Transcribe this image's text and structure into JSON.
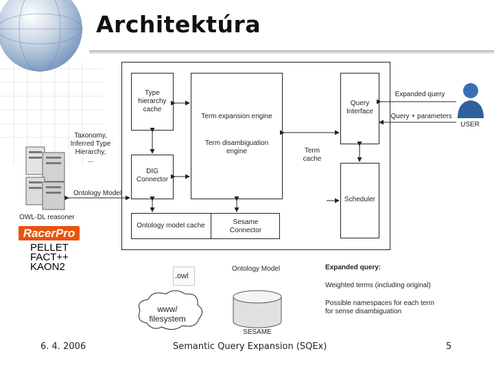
{
  "slide": {
    "title": "Architektúra",
    "footer": {
      "date": "6. 4. 2006",
      "center": "Semantic Query Expansion (SQEx)",
      "page": "5"
    }
  },
  "diagram": {
    "type_hierarchy_cache": "Type\nhierarchy\ncache",
    "term_expansion_engine": "Term expansion engine",
    "term_disambiguation_engine": "Term disambiguation\nengine",
    "term_cache": "Term\ncache",
    "query_interface": "Query\nInterface",
    "expanded_query_arrow": "Expanded query",
    "query_params_arrow": "Query + parameters",
    "user": "USER",
    "dig_connector": "DIG\nConnector",
    "scheduler": "Scheduler",
    "ontology_model_cache": "Ontology model cache",
    "sesame_connector": "Sesame\nConnector",
    "taxonomy_note": "Taxonomy,\nInferred Type\nHierarchy,\n...",
    "ontology_model_arrow": "Ontology Model",
    "owl_dl_reasoner": "OWL-DL reasoner",
    "racerpro": "RacerPro",
    "reasoners": [
      "PELLET",
      "FACT++",
      "KAON2"
    ],
    "owl_file": ".owl",
    "ontology_model_label": "Ontology Model",
    "www_cloud": "www/\nfilesystem",
    "sesame_db": "SESAME",
    "expanded_query_heading": "Expanded query:",
    "weighted_terms": "Weighted terms (including original)",
    "namespaces_note": "Possible namespaces for each term\nfor sense disambiguation"
  },
  "colors": {
    "racerpro": "#e9530f",
    "globe": "#8aa9cf"
  }
}
